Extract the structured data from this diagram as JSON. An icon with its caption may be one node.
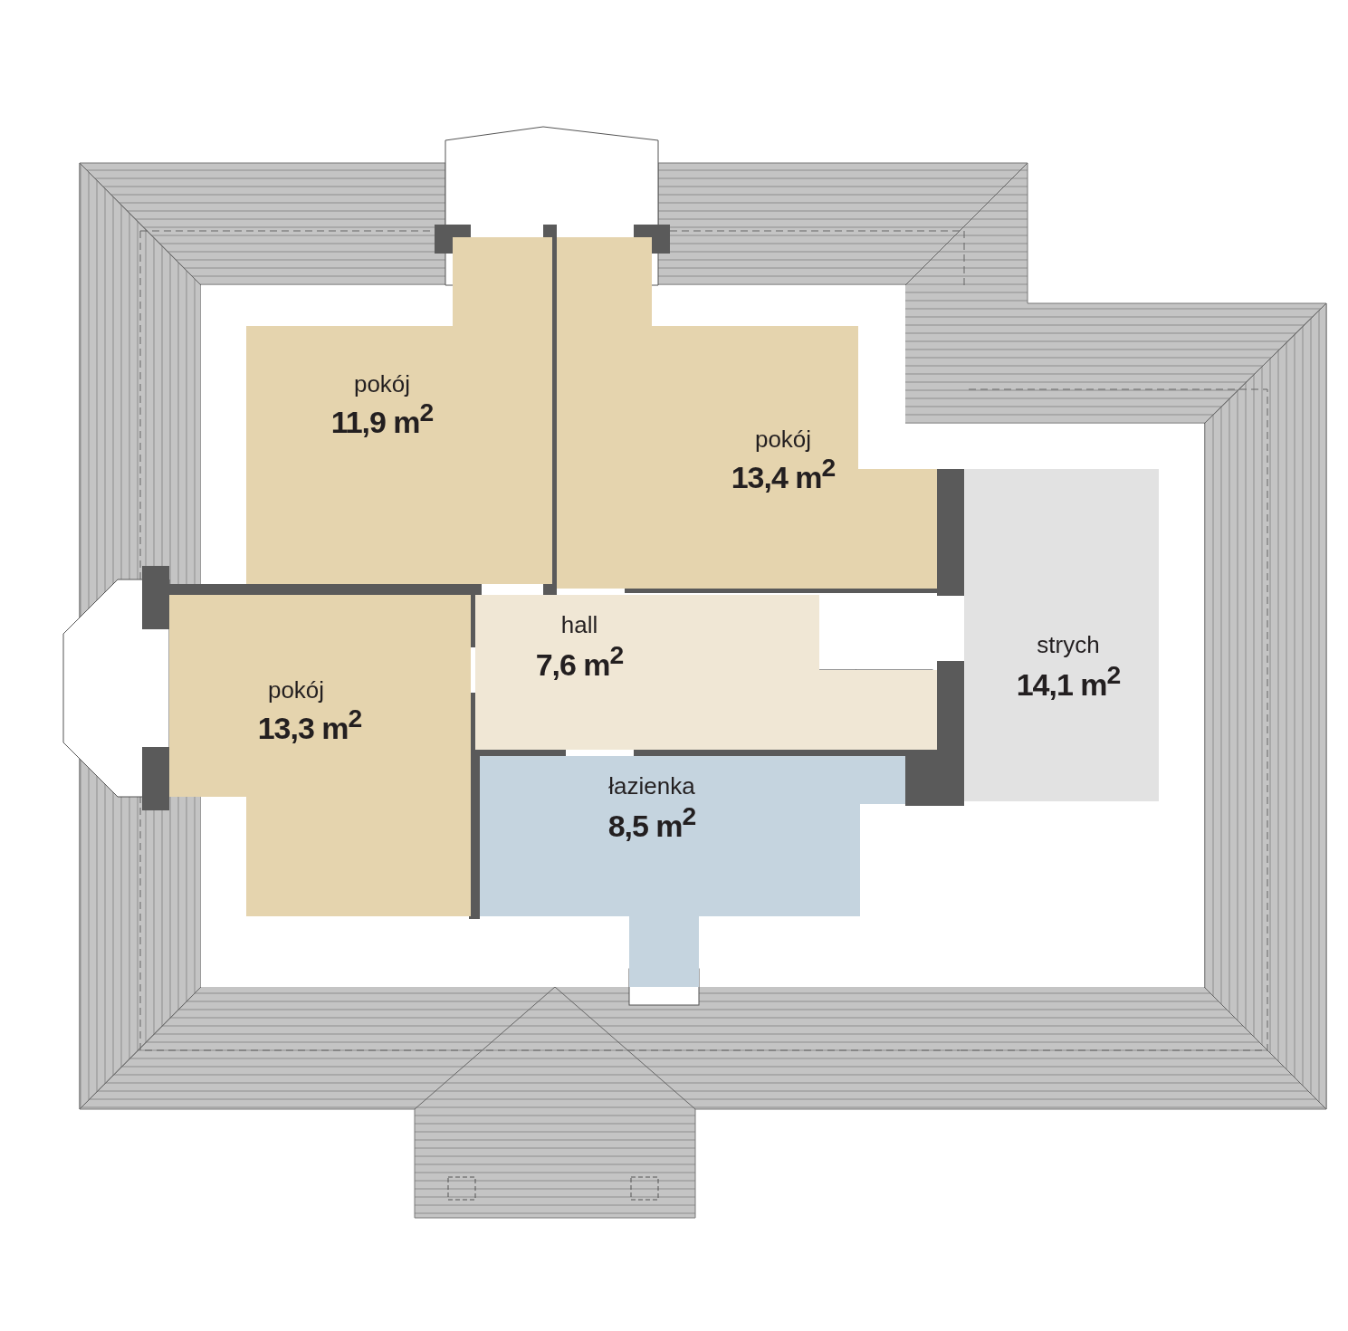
{
  "diagram": {
    "nodes": [
      {
        "text": [
          "pokój",
          "11,9 m$^{2}$"
        ]
      },
      {
        "text": [
          "pokój",
          "13,4 m$^{2}$"
        ]
      },
      {
        "text": [
          "hall",
          "7,6 m$^{2}$"
        ]
      },
      {
        "text": [
          "pokój",
          "13,3 m$^{2}$"
        ]
      },
      {
        "text": [
          "łazienka",
          "8,5 m$^{2}$"
        ]
      },
      {
        "text": [
          "strych",
          "14,1 m$^{2}$"
        ]
      }
    ]
  }
}
